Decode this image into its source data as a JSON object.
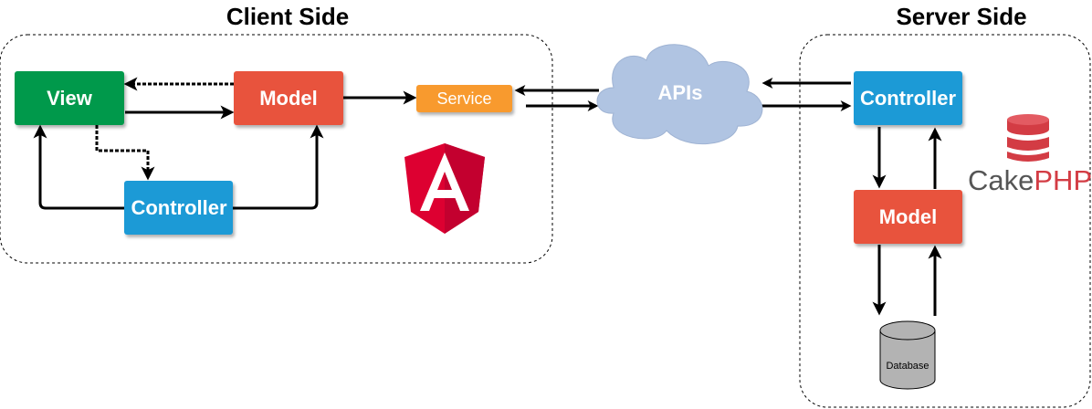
{
  "client": {
    "title": "Client Side"
  },
  "server": {
    "title": "Server Side"
  },
  "nodes": {
    "view": "View",
    "client_model": "Model",
    "client_controller": "Controller",
    "service": "Service",
    "apis": "APIs",
    "server_controller": "Controller",
    "server_model": "Model",
    "database": "Database"
  },
  "logos": {
    "angular": "angular-logo-icon",
    "cakephp_cake": "Cake",
    "cakephp_php": "PHP"
  },
  "colors": {
    "view": "#00994c",
    "model": "#e8533c",
    "controller": "#1b9ad6",
    "service": "#f89a2d",
    "cloud": "#b0c4e2",
    "database": "#b3b3b3",
    "angular_red": "#dd0031",
    "angular_dark": "#c3002f",
    "cakephp_red": "#d33c44",
    "cakephp_gray": "#555555"
  }
}
